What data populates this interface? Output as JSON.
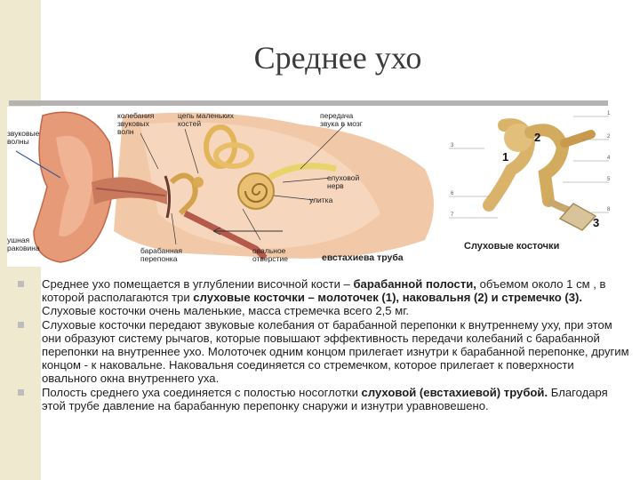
{
  "title": "Среднее ухо",
  "ear_figure": {
    "labels": {
      "sound_waves_left": "звуковые\nволны",
      "sound_vibrations": "колебания\nзвуковых\nволн",
      "ossicle_chain": "цепь маленьких\nкостей",
      "brain_transfer": "передача\nзвука в мозг",
      "auditory_nerve": "слуховой\nнерв",
      "cochlea": "улитка",
      "ear_shell": "ушная\nраковина",
      "eardrum": "барабанная\nперепонка",
      "oval_window": "овальное\nотверстие",
      "eustachian_tube": "евстахиева труба"
    }
  },
  "ossicle_figure": {
    "numbers": {
      "n1": "1",
      "n2": "2",
      "n3": "3"
    },
    "small_numbers": [
      "1",
      "2",
      "3",
      "4",
      "5",
      "6",
      "7",
      "8"
    ],
    "caption": "Слуховые косточки"
  },
  "bullets": [
    {
      "parts": [
        {
          "text": "Среднее ухо помещается в углублении височной кости – ",
          "bold": false
        },
        {
          "text": "барабанной полости,",
          "bold": true
        },
        {
          "text": " объемом около 1 см , в которой располагаются три ",
          "bold": false
        },
        {
          "text": "слуховые косточки – молоточек (1), наковальня (2) и стремечко (3).",
          "bold": true
        },
        {
          "text": " Слуховые косточки очень маленькие, масса стремечка всего 2,5 мг.",
          "bold": false
        }
      ]
    },
    {
      "parts": [
        {
          "text": "Слуховые косточки передают звуковые колебания от барабанной перепонки к внутреннему уху, при этом они образуют систему рычагов, которые повышают эффективность передачи колебаний с барабанной перепонки на внутреннее ухо. Молоточек одним концом прилегает изнутри к барабанной перепонке, другим концом - к наковальне. Наковальня соединяется со стремечком, которое прилегает к поверхности овального окна внутреннего уха.",
          "bold": false
        }
      ]
    },
    {
      "parts": [
        {
          "text": "Полость среднего уха соединяется с полостью носоглотки ",
          "bold": false
        },
        {
          "text": "слуховой (евстахиевой) трубой.",
          "bold": true
        },
        {
          "text": " Благодаря этой трубе давление на барабанную перепонку снаружи и изнутри уравновешено.",
          "bold": false
        }
      ]
    }
  ],
  "colors": {
    "band": "#efe9cf",
    "rule": "#b3b3b3",
    "bullet": "#bdbdbd"
  }
}
